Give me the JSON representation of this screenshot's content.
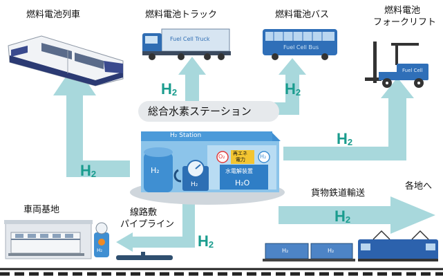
{
  "labels": {
    "train": "燃料電池列車",
    "truck": "燃料電池トラック",
    "bus": "燃料電池バス",
    "forklift_line1": "燃料電池",
    "forklift_line2": "フォークリフト",
    "station": "総合水素ステーション",
    "depot": "車両基地",
    "pipeline_line1": "線路敷",
    "pipeline_line2": "パイプライン",
    "freight": "貨物鉄道輸送",
    "destinations": "各地へ"
  },
  "h2": {
    "symbol": "H",
    "sub": "2"
  },
  "station_detail": {
    "roof_label": "H₂ Station",
    "tank_label": "H₂",
    "gauge_label": "H₂",
    "o2": "O₂",
    "h2_small": "H₂",
    "renew_line1": "再エネ",
    "renew_line2": "電力",
    "electrolyzer": "水電解装置",
    "h2o": "H₂O"
  },
  "vehicle_text": {
    "truck": "Fuel Cell Truck",
    "bus": "Fuel Cell Bus",
    "forklift": "Fuel Cell",
    "cart": "H₂",
    "container": "H₂"
  },
  "colors": {
    "arrow": "#a8d8dc",
    "h2_text": "#1a9c8e",
    "station_blue": "#3f8fd2"
  }
}
